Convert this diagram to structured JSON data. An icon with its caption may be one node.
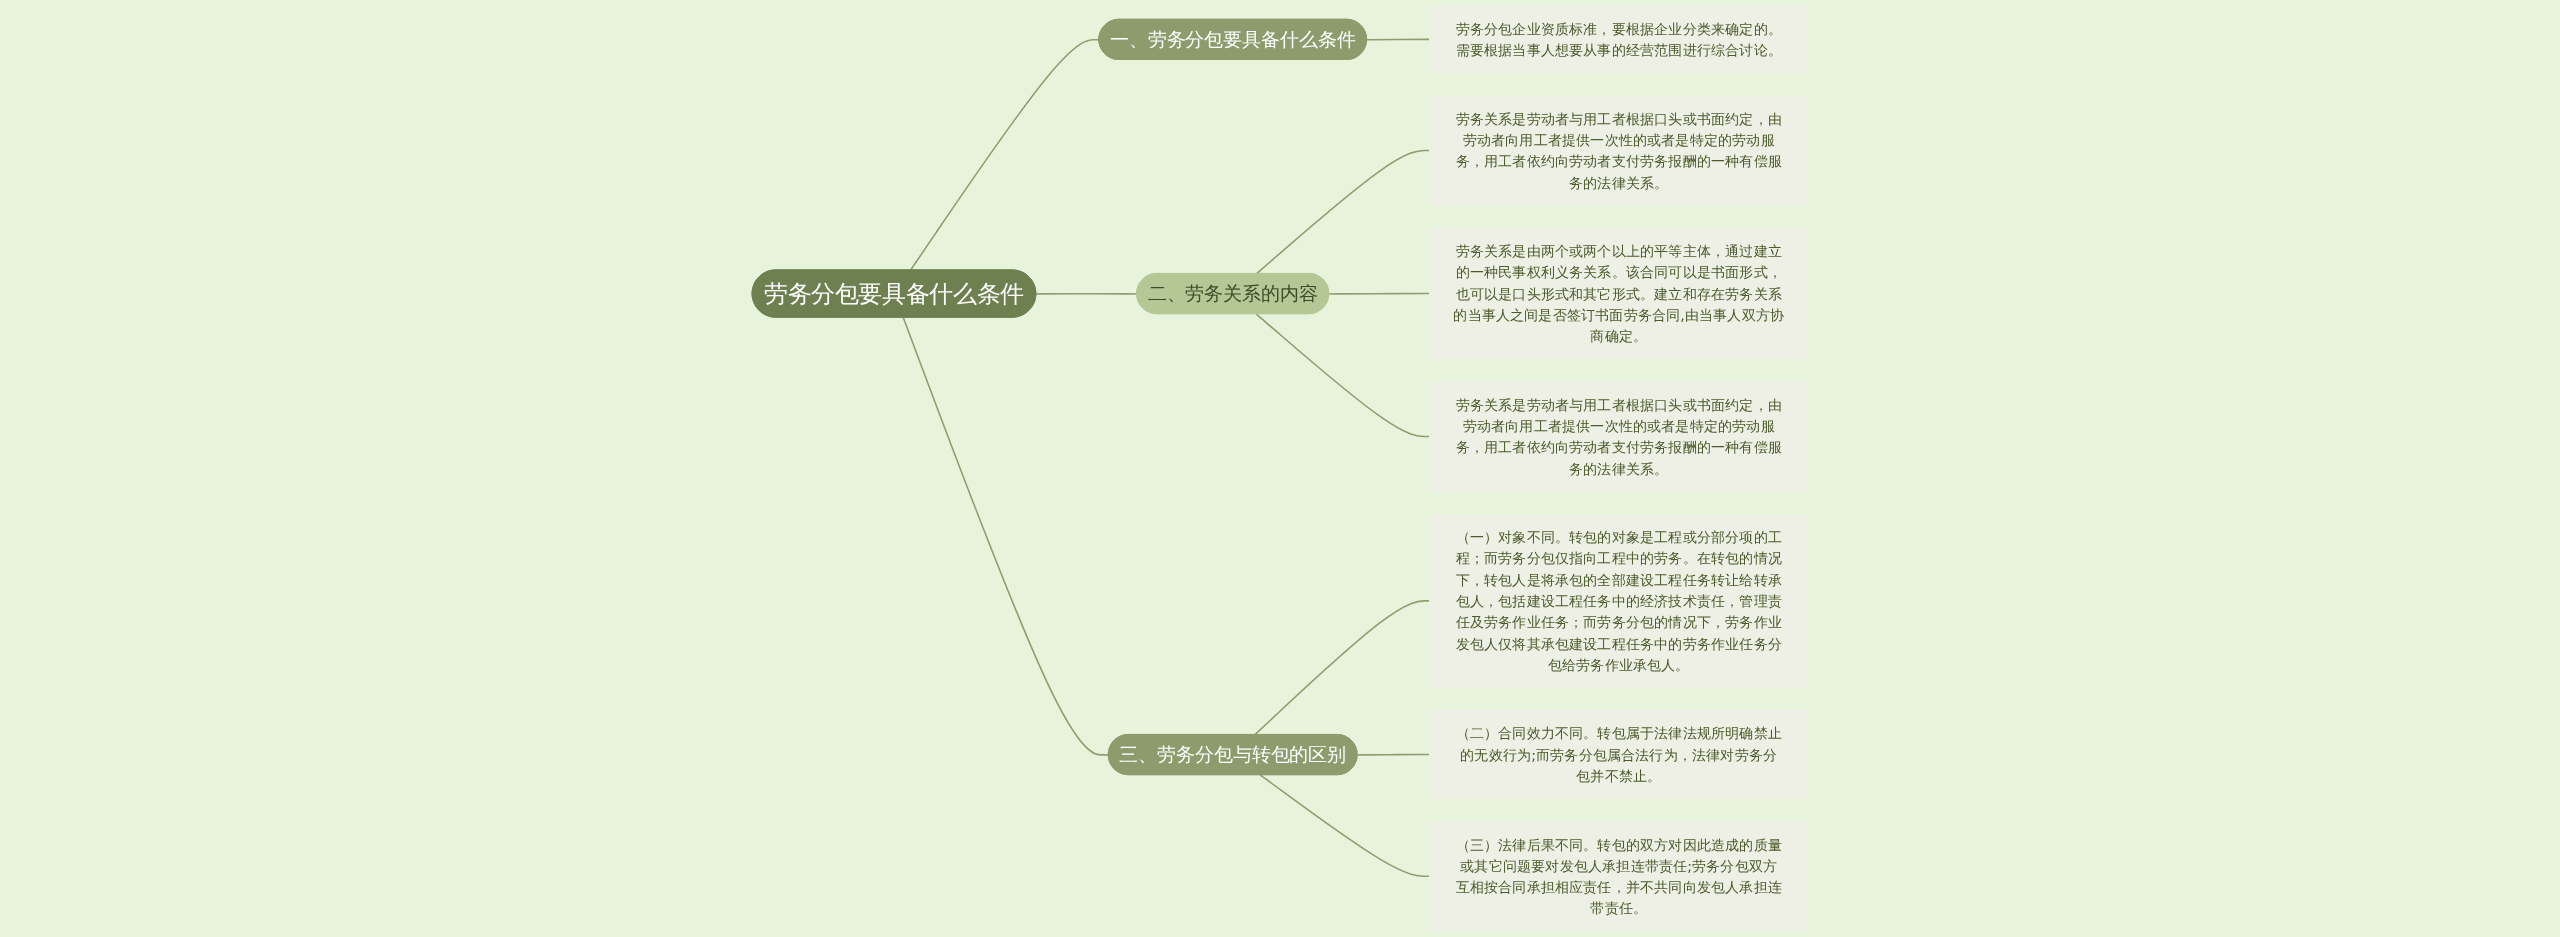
{
  "diagram": {
    "nodes": [
      {
        "text": [
          "劳务分包要具备什么条件"
        ]
      },
      {
        "text": [
          "一、劳务分包要具备什么条件"
        ]
      },
      {
        "text": [
          "劳务分包企业资质标准，要根据企业分类来确定的。需要根据当事人想要从事的经营范围进行综合讨论。"
        ]
      },
      {
        "text": [
          "二、劳务关系的内容"
        ]
      },
      {
        "text": [
          "劳务关系是劳动者与用工者根据口头或书面约定，由劳动者向用工者提供一次性的或者是特定的劳动服务，用工者依约向劳动者支付劳务报酬的一种有偿服务的法律关系。"
        ]
      },
      {
        "text": [
          "劳务关系是由两个或两个以上的平等主体，通过建立的一种民事权利义务关系。该合同可以是书面形式，也可以是口头形式和其它形式。建立和存在劳务关系的当事人之间是否签订书面劳务合同,由当事人双方协商确定。"
        ]
      },
      {
        "text": [
          "劳务关系是劳动者与用工者根据口头或书面约定，由劳动者向用工者提供一次性的或者是特定的劳动服务，用工者依约向劳动者支付劳务报酬的一种有偿服务的法律关系。"
        ]
      },
      {
        "text": [
          "三、劳务分包与转包的区别"
        ]
      },
      {
        "text": [
          "（一）对象不同。转包的对象是工程或分部分项的工程；而劳务分包仅指向工程中的劳务。在转包的情况下，转包人是将承包的全部建设工程任务转让给转承包人，包括建设工程任务中的经济技术责任，管理责任及劳务作业任务；而劳务分包的情况下，劳务作业发包人仅将其承包建设工程任务中的劳务作业任务分包给劳务作业承包人。"
        ]
      },
      {
        "text": [
          "（二）合同效力不同。转包属于法律法规所明确禁止的无效行为;而劳务分包属合法行为，法律对劳务分包并不禁止。"
        ]
      },
      {
        "text": [
          "（三）法律后果不同。转包的双方对因此造成的质量或其它问题要对发包人承担连带责任;劳务分包双方互相按合同承担相应责任，并不共同向发包人承担连带责任。"
        ]
      }
    ],
    "edges": [
      {
        "from": 0,
        "to": 1,
        "arrow": "none"
      },
      {
        "from": 1,
        "to": 2,
        "arrow": "none"
      },
      {
        "from": 0,
        "to": 3,
        "arrow": "none"
      },
      {
        "from": 3,
        "to": 4,
        "arrow": "none"
      },
      {
        "from": 3,
        "to": 5,
        "arrow": "none"
      },
      {
        "from": 3,
        "to": 6,
        "arrow": "none"
      },
      {
        "from": 0,
        "to": 7,
        "arrow": "none"
      },
      {
        "from": 7,
        "to": 8,
        "arrow": "none"
      },
      {
        "from": 7,
        "to": 9,
        "arrow": "none"
      },
      {
        "from": 7,
        "to": 10,
        "arrow": "none"
      }
    ]
  }
}
